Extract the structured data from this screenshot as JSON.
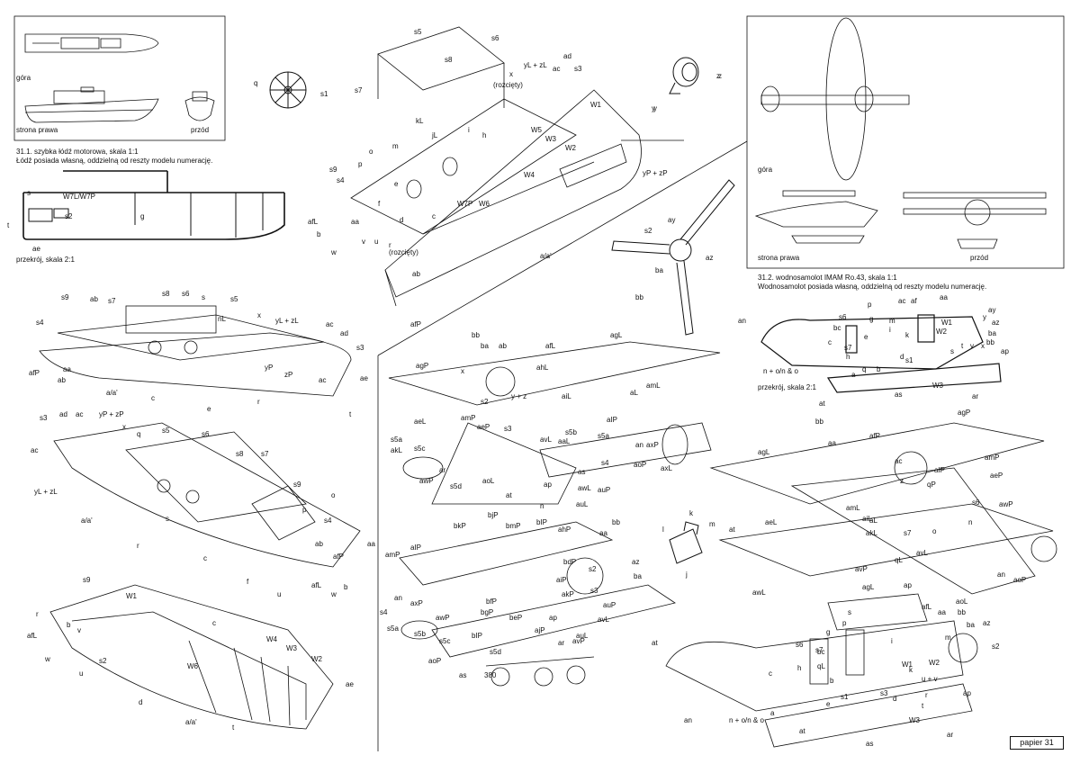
{
  "boat": {
    "views": {
      "top": "góra",
      "side": "strona prawa",
      "front": "przód"
    },
    "caption1": "31.1. szybka łódź motorowa, skala 1:1",
    "caption2": "Łódź posiada własną, oddzielną od reszty modelu numerację.",
    "section": "przekrój, skala 2:1",
    "labels": [
      "s5",
      "s6",
      "s7",
      "s8",
      "s1",
      "q",
      "x",
      "(rozcięty)",
      "yL + zL",
      "ad",
      "ac",
      "s3",
      "W1",
      "W2",
      "W3",
      "W4",
      "W5",
      "W6",
      "W7P",
      "jL",
      "kL",
      "h",
      "i",
      "e",
      "o",
      "p",
      "m",
      "f",
      "c",
      "d",
      "s9",
      "s4",
      "afL",
      "b",
      "aa",
      "w",
      "v",
      "u",
      "(rozcięty)",
      "r",
      "ab",
      "a/a'",
      "afP",
      "z",
      "y",
      "yP + zP",
      "W7L/W7P",
      "s",
      "s2",
      "t",
      "ae",
      "g"
    ],
    "iso2": [
      "s9",
      "ab",
      "s7",
      "s8",
      "s6",
      "s",
      "s5",
      "nL",
      "x",
      "yL + zL",
      "ac",
      "ad",
      "s3",
      "s4",
      "aa",
      "afP",
      "ab",
      "yP",
      "zP",
      "ac",
      "ae",
      "t",
      "r",
      "a/a'",
      "c",
      "e"
    ],
    "iso3": [
      "s3",
      "ad",
      "ac",
      "yP + zP",
      "x",
      "q",
      "s5",
      "s6",
      "s8",
      "s7",
      "ac",
      "yL + zL",
      "s",
      "a/a'",
      "r",
      "c",
      "f",
      "s9",
      "p",
      "o",
      "s4",
      "ab",
      "aa",
      "afP",
      "afL",
      "u",
      "w",
      "b"
    ],
    "hull": [
      "s9",
      "W1",
      "c",
      "r",
      "afL",
      "b",
      "v",
      "w",
      "u",
      "s2",
      "W6",
      "W4",
      "W3",
      "W2",
      "d",
      "a/a'",
      "t",
      "ae"
    ]
  },
  "plane": {
    "views": {
      "top": "góra",
      "side": "strona prawa",
      "front": "przód"
    },
    "caption1": "31.2. wodnosamolot IMAM Ro.43, skala 1:1",
    "caption2": "Wodnosamolot posiada własną, oddzielną od reszty modelu numerację.",
    "section": "przekrój, skala 2:1",
    "section_labels": [
      "an",
      "s6",
      "c",
      "s7",
      "bc",
      "p",
      "g",
      "m",
      "ac",
      "af",
      "aa",
      "W1",
      "W2",
      "y",
      "ay",
      "az",
      "ba",
      "bb",
      "s",
      "t",
      "v",
      "x",
      "h",
      "k",
      "d",
      "s1",
      "b",
      "q",
      "a",
      "n + o/n & o",
      "at",
      "as",
      "W3",
      "ar",
      "ap",
      "e",
      "i"
    ],
    "prop_labels": [
      "ay",
      "s2",
      "az",
      "ba",
      "bb"
    ],
    "iso1": [
      "bb",
      "ba",
      "ab",
      "agP",
      "x",
      "s2",
      "y + z",
      "afL",
      "agL",
      "ahL",
      "aiL",
      "amL",
      "aL",
      "amP",
      "aeP",
      "aIP",
      "aeL",
      "s5a",
      "s5b",
      "akL",
      "s5a",
      "aoP",
      "s5c",
      "axP",
      "awP",
      "s5d",
      "ar",
      "aoL",
      "axL",
      "awL",
      "an",
      "s4",
      "ap",
      "as",
      "at",
      "n",
      "auL",
      "auP",
      "avL",
      "aaL",
      "s3"
    ],
    "iso2": [
      "agP",
      "bb",
      "aa",
      "afP",
      "agL",
      "aIP",
      "amP",
      "aeP",
      "qP",
      "s6",
      "awP",
      "an",
      "aoP",
      "aoL",
      "ap",
      "at",
      "aeL",
      "amL",
      "aiL",
      "aL",
      "akL",
      "avP",
      "qL",
      "o",
      "n",
      "s7",
      "awL",
      "avL",
      "ac",
      "z"
    ],
    "iso3": [
      "bkP",
      "bjP",
      "bmP",
      "bIP",
      "ahP",
      "aa",
      "bb",
      "az",
      "ba",
      "aIP",
      "amP",
      "an",
      "s5a",
      "s4",
      "aoP",
      "axP",
      "awP",
      "s5b",
      "s5c",
      "s5d",
      "bIP",
      "bgP",
      "bfP",
      "beP",
      "ajP",
      "aiP",
      "akP",
      "bdP",
      "s2",
      "s3",
      "auP",
      "auL",
      "avL",
      "avP",
      "ap",
      "ar",
      "at",
      "as",
      "380"
    ],
    "iso4": [
      "agL",
      "afL",
      "s",
      "aa",
      "bb",
      "az",
      "ba",
      "s2",
      "s6",
      "s7",
      "qL",
      "p",
      "g",
      "bc",
      "c",
      "h",
      "e",
      "b",
      "a",
      "an",
      "n + o/n & o",
      "W1",
      "W2",
      "u + v",
      "s1",
      "s3",
      "d",
      "r",
      "t",
      "at",
      "as",
      "W3",
      "ar",
      "ap",
      "m",
      "k",
      "i"
    ],
    "details": [
      "z",
      "y",
      "l",
      "k",
      "m",
      "j"
    ]
  },
  "page": {
    "label": "papier 31"
  }
}
